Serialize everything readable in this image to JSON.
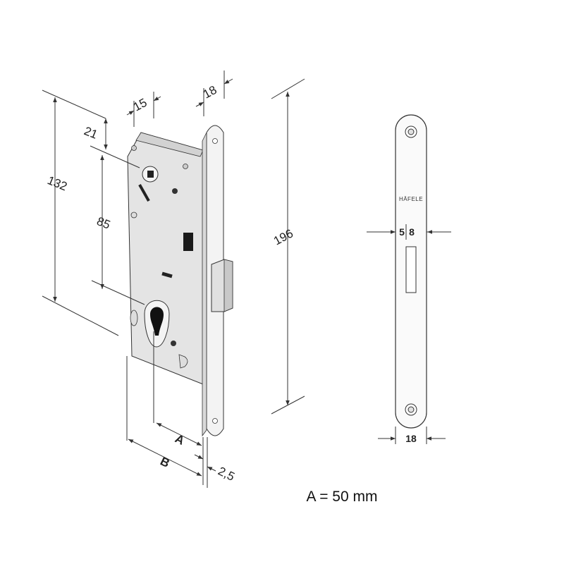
{
  "dimensions": {
    "d15": "15",
    "d18_top": "18",
    "d21": "21",
    "d132": "132",
    "d85": "85",
    "d196": "196",
    "dA": "A",
    "dB": "B",
    "d2_5": "2,5",
    "d5": "5",
    "d8": "8",
    "d18_face": "18"
  },
  "brand": "HÄFELE",
  "caption": "A = 50 mm",
  "colors": {
    "line": "#333333",
    "body": "#e6e6e6",
    "faceplate": "#f2f2f2",
    "dark": "#1a1a1a"
  }
}
